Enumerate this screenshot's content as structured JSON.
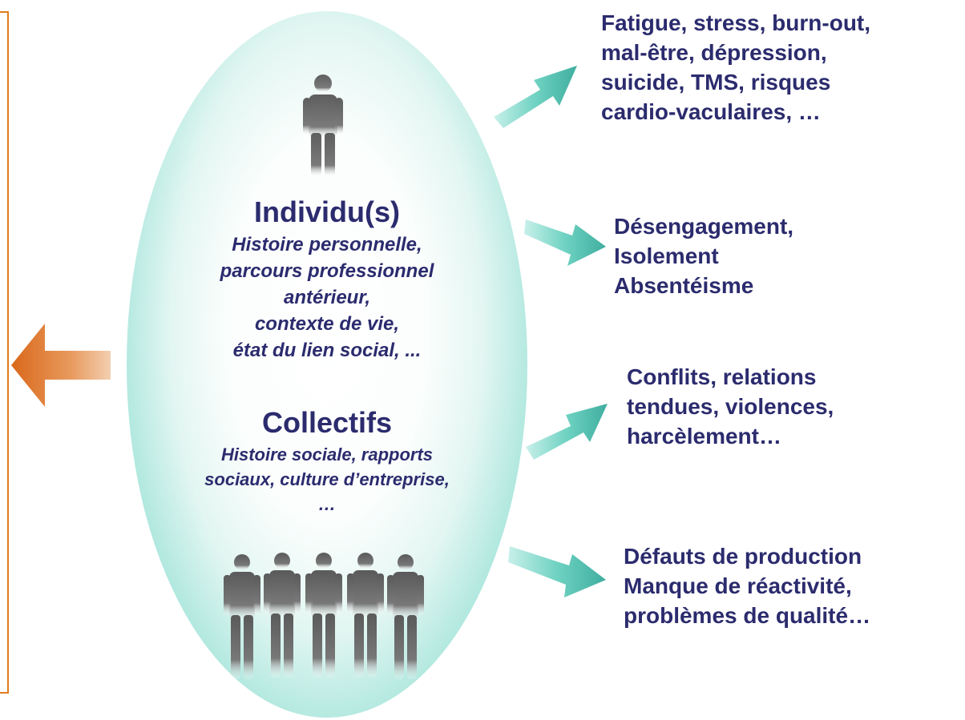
{
  "center": {
    "individus_title": "Individu(s)",
    "individus_lines": [
      "Histoire personnelle,",
      "parcours professionnel",
      "antérieur,",
      "contexte de vie,",
      "état du lien social, ..."
    ],
    "collectifs_title": "Collectifs",
    "collectifs_lines": [
      "Histoire sociale, rapports",
      "sociaux, culture d’entreprise,",
      "…"
    ]
  },
  "outcomes": [
    {
      "lines": [
        "Fatigue, stress, burn-out,",
        "mal-être, dépression,",
        "suicide, TMS, risques",
        "cardio-vaculaires, …"
      ]
    },
    {
      "lines": [
        "Désengagement,",
        "Isolement",
        "Absentéisme"
      ]
    },
    {
      "lines": [
        "Conflits, relations",
        "tendues, violences,",
        "harcèlement…"
      ]
    },
    {
      "lines": [
        "Défauts de production",
        "Manque de réactivité,",
        "problèmes de qualité…"
      ]
    }
  ],
  "colors": {
    "text": "#2b2b6e",
    "orange_accent": "#e07b1a",
    "teal_arrow": "#5fc9b8",
    "ellipse_edge": "#3fbeab",
    "person_fill": "#6e6e6e"
  },
  "icons": [
    "person-icon",
    "group-of-people-icon",
    "orange-left-arrow-icon",
    "teal-arrow-icon"
  ]
}
